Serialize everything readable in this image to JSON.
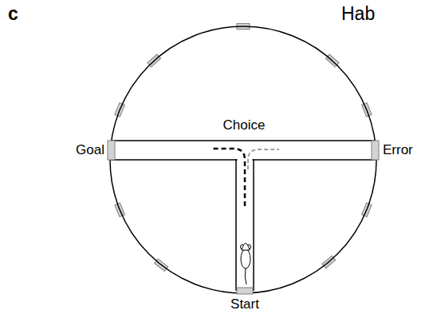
{
  "diagram": {
    "labels": [
      "c",
      "Hab",
      "Goal",
      "Choice",
      "Error",
      "Start"
    ]
  }
}
